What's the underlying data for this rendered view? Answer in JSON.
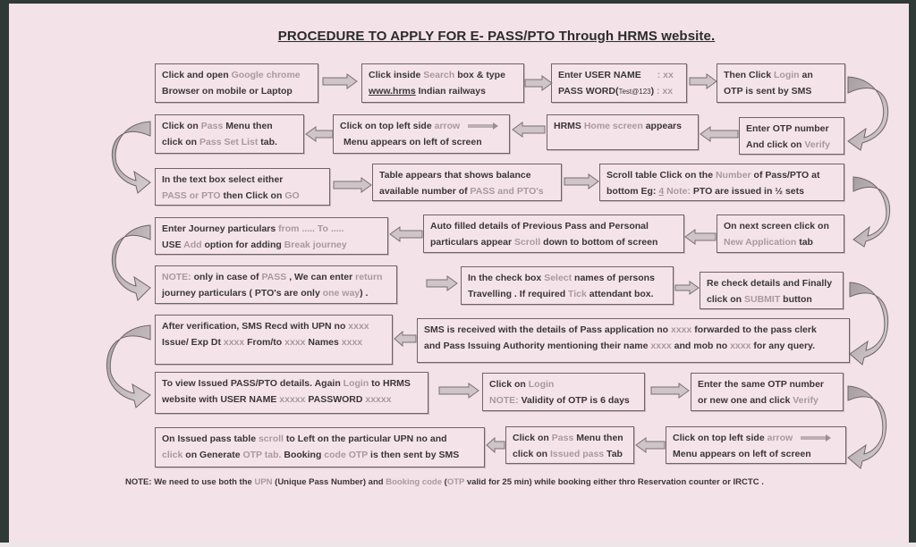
{
  "title": "PROCEDURE  TO  APPLY  FOR  E- PASS/PTO  Through HRMS website.",
  "steps": {
    "s1": {
      "l1a": "Click and open ",
      "l1b": "Google chrome",
      "l2": "Browser on mobile or Laptop"
    },
    "s2": {
      "l1a": "Click inside ",
      "l1b": "Search",
      "l1c": " box  & type",
      "l2a": "www.hrms",
      "l2b": " Indian railways"
    },
    "s3": {
      "l1a": "Enter USER NAME",
      "l1b": ": xx",
      "l2a": "PASS WORD(",
      "l2b": "Test@123",
      "l2c": ")",
      "l2d": " : xx"
    },
    "s4": {
      "l1a": "Then Click ",
      "l1b": "Login",
      "l1c": " an",
      "l2": "OTP is sent by SMS"
    },
    "s5": {
      "l1": "Enter OTP number",
      "l2a": "And click on ",
      "l2b": "Verify"
    },
    "s6": {
      "l1a": "HRMS ",
      "l1b": "Home screen",
      "l1c": " appears"
    },
    "s7": {
      "l1a": "Click on top left side ",
      "l1b": "arrow",
      "l2": "Menu appears on left of screen"
    },
    "s8": {
      "l1a": "Click on ",
      "l1b": "Pass",
      "l1c": " Menu then",
      "l2a": "click on  ",
      "l2b": "Pass Set  List",
      "l2c": " tab."
    },
    "s9": {
      "l1": "In the  text box select either",
      "l2a": "PASS or PTO",
      "l2b": "  then Click on ",
      "l2c": "GO"
    },
    "s10": {
      "l1": "Table appears that shows balance",
      "l2a": "available number of ",
      "l2b": "PASS and PTO's"
    },
    "s11": {
      "l1a": "Scroll table Click on the  ",
      "l1b": "Number",
      "l1c": " of Pass/PTO at",
      "l2a": "bottom  Eg:  ",
      "l2b": "4",
      "l2c": "  ",
      "l2d": "Note:",
      "l2e": " PTO are  issued  in ½ sets"
    },
    "s12": {
      "l1": "On next screen click  on",
      "l2a": "New Application",
      "l2b": " tab"
    },
    "s13": {
      "l1": "Auto filled details of Previous Pass and Personal",
      "l2a": "particulars appear ",
      "l2b": "Scroll",
      "l2c": " down to bottom  of screen"
    },
    "s14": {
      "l1a": "Enter Journey  particulars  ",
      "l1b": "from .....   To .....",
      "l2a": "USE ",
      "l2b": "Add",
      "l2c": " option for adding  ",
      "l2d": "Break journey"
    },
    "s15": {
      "l1a": "NOTE:",
      "l1b": " only in case of ",
      "l1c": "PASS",
      "l1d": " , We can  enter ",
      "l1e": "return",
      "l2a": "journey  particulars  ( PTO's are only  ",
      "l2b": "one way",
      "l2c": ") ."
    },
    "s16": {
      "l1a": "In the check box ",
      "l1b": "Select",
      "l1c": " names of persons",
      "l2a": "Travelling . If required ",
      "l2b": "Tick",
      "l2c": " attendant box."
    },
    "s17": {
      "l1": "Re check details and Finally",
      "l2a": "click on ",
      "l2b": "SUBMIT",
      "l2c": " button"
    },
    "s18": {
      "l1a": "SMS is received with the details of Pass application no ",
      "l1b": "xxxx",
      "l1c": " forwarded to the pass clerk",
      "l2a": "and Pass Issuing  Authority mentioning  their name ",
      "l2b": "xxxx",
      "l2c": " and mob no ",
      "l2d": "xxxx",
      "l2e": " for any query."
    },
    "s19": {
      "l1a": "After verification, SMS Recd with  UPN no ",
      "l1b": "xxxx",
      "l2a": "Issue/ Exp  Dt ",
      "l2b": "xxxx",
      "l2c": "  From/to ",
      "l2d": "xxxx",
      "l2e": "  Names   ",
      "l2f": "xxxx"
    },
    "s20": {
      "l1a": "To view Issued PASS/PTO details. Again ",
      "l1b": "Login",
      "l1c": " to HRMS",
      "l2a": "website with USER NAME ",
      "l2b": "xxxxx",
      "l2c": "   PASSWORD ",
      "l2d": "xxxxx"
    },
    "s21": {
      "l1a": "Click on  ",
      "l1b": "Login",
      "l2a": "NOTE:",
      "l2b": "  Validity of OTP is 6 days"
    },
    "s22": {
      "l1": "Enter the same OTP number",
      "l2a": "or new one  and click ",
      "l2b": "Verify"
    },
    "s23": {
      "l1a": "Click on top left side ",
      "l1b": "arrow",
      "l2": "Menu appears on left of screen"
    },
    "s24": {
      "l1a": "Click on ",
      "l1b": "Pass",
      "l1c": " Menu then",
      "l2a": "click on  ",
      "l2b": "Issued pass",
      "l2c": " Tab"
    },
    "s25": {
      "l1a": "On Issued pass table ",
      "l1b": "scroll",
      "l1c": " to Left on the particular UPN  no and",
      "l2a": "click",
      "l2b": " on Generate ",
      "l2c": "OTP tab.",
      "l2d": " Booking ",
      "l2e": "code OTP",
      "l2f": " is then sent by  SMS"
    }
  },
  "footer_note": {
    "a": "NOTE: We need to use both the ",
    "b": "UPN",
    "c": " (Unique Pass Number) and ",
    "d": "Booking  code",
    "e": "  (",
    "f": "OTP",
    "g": " valid for 25 min) while booking either thro Reservation counter or IRCTC ."
  },
  "colors": {
    "paper": "#f3e2e8",
    "border": "#2f3a36",
    "text": "#3a3536",
    "muted": "#a9999e",
    "arrow_fill": "#c9bdc1",
    "arrow_stroke": "#7a7073"
  }
}
